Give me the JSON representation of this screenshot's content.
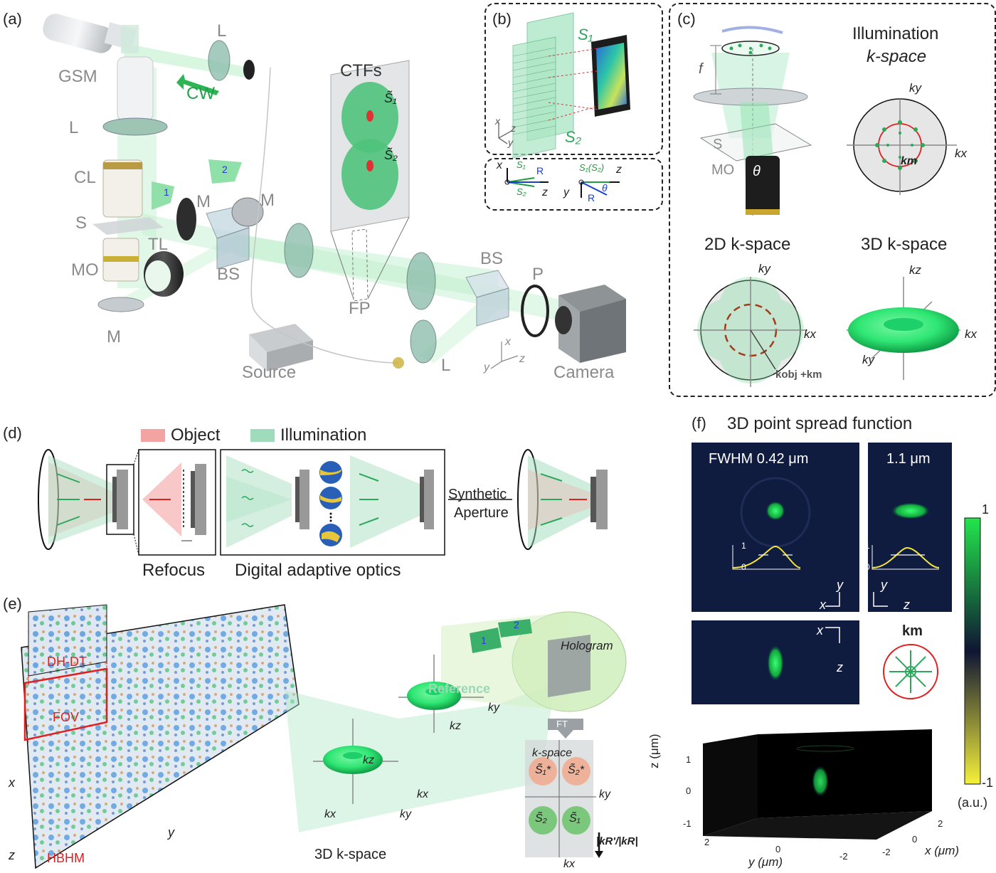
{
  "panels": {
    "a": "(a)",
    "b": "(b)",
    "c": "(c)",
    "d": "(d)",
    "e": "(e)",
    "f": "(f)"
  },
  "panel_a": {
    "gsm": "GSM",
    "l_top": "L",
    "l_left": "L",
    "cw": "CW",
    "cl": "CL",
    "s": "S",
    "mo": "MO",
    "tl": "TL",
    "m_bottom": "M",
    "m1": "M",
    "m2": "M",
    "bs1": "BS",
    "bs2": "BS",
    "p": "P",
    "fp": "FP",
    "source": "Source",
    "l_bottom": "L",
    "camera": "Camera",
    "ctfs": "CTFs",
    "s1": "S̃₁",
    "s2": "S̃₂",
    "beam1": "1",
    "beam2": "2",
    "axes": {
      "x": "x",
      "y": "y",
      "z": "z"
    }
  },
  "panel_b": {
    "s1": "S₁",
    "s2": "S₂",
    "axes": {
      "x": "x",
      "y": "y",
      "z": "z"
    },
    "inset_left": {
      "x": "x",
      "z": "z",
      "s1": "S₁",
      "s2": "S₂",
      "r": "R"
    },
    "inset_right": {
      "y": "y",
      "z": "z",
      "s": "S₁(S₂)",
      "r": "R",
      "theta": "θ"
    }
  },
  "panel_c": {
    "f": "f",
    "s": "S",
    "mo": "MO",
    "theta": "θ",
    "illum_title_1": "Illumination",
    "illum_title_2": "k-space",
    "ky": "ky",
    "kx": "kx",
    "kz": "kz",
    "km": "km",
    "k2d": "2D k-space",
    "k3d": "3D k-space",
    "kobj": "kobj +km"
  },
  "panel_d": {
    "legend_object": "Object",
    "legend_illumination": "Illumination",
    "refocus": "Refocus",
    "dao": "Digital adaptive optics",
    "synthetic": "Synthetic",
    "aperture": "Aperture",
    "colors": {
      "object": "#f4a3a3",
      "illumination": "#9fdcbb"
    }
  },
  "panel_e": {
    "dhdt": "DH-DT",
    "fov": "FOV",
    "hbhm": "HBHM",
    "x": "x",
    "y": "y",
    "z": "z",
    "kz1": "kz",
    "kx1": "kx",
    "ky1": "ky",
    "kz2": "kz",
    "kx2": "kx",
    "ky2": "ky",
    "k3d": "3D k-space",
    "kspace": "k-space",
    "hologram": "Hologram",
    "reference": "Reference",
    "ft": "FT",
    "grid": [
      "S̃₁*",
      "S̃₂*",
      "S̃₂",
      "S̃₁"
    ],
    "grid_ky": "ky",
    "grid_kx": "kx",
    "kr": "|kR'/|kR|",
    "beam1": "1",
    "beam2": "2"
  },
  "panel_f": {
    "title": "3D point spread function",
    "fwhm1": "FWHM 0.42 μm",
    "fwhm2": "1.1 μm",
    "prof_1": "1",
    "prof_0": "0",
    "xy_y": "y",
    "xy_x": "x",
    "yz_y": "y",
    "yz_z": "z",
    "xz_x": "x",
    "xz_z": "z",
    "km": "km",
    "colorbar": {
      "max": "1",
      "min": "-1",
      "unit": "(a.u.)"
    },
    "plot3d": {
      "zlabel": "z (μm)",
      "ylabel": "y (μm)",
      "xlabel": "x (μm)",
      "zticks": [
        "1",
        "0",
        "-1"
      ],
      "yticks": [
        "2",
        "0",
        "-2"
      ],
      "xticks": [
        "2",
        "0",
        "-2"
      ]
    }
  }
}
